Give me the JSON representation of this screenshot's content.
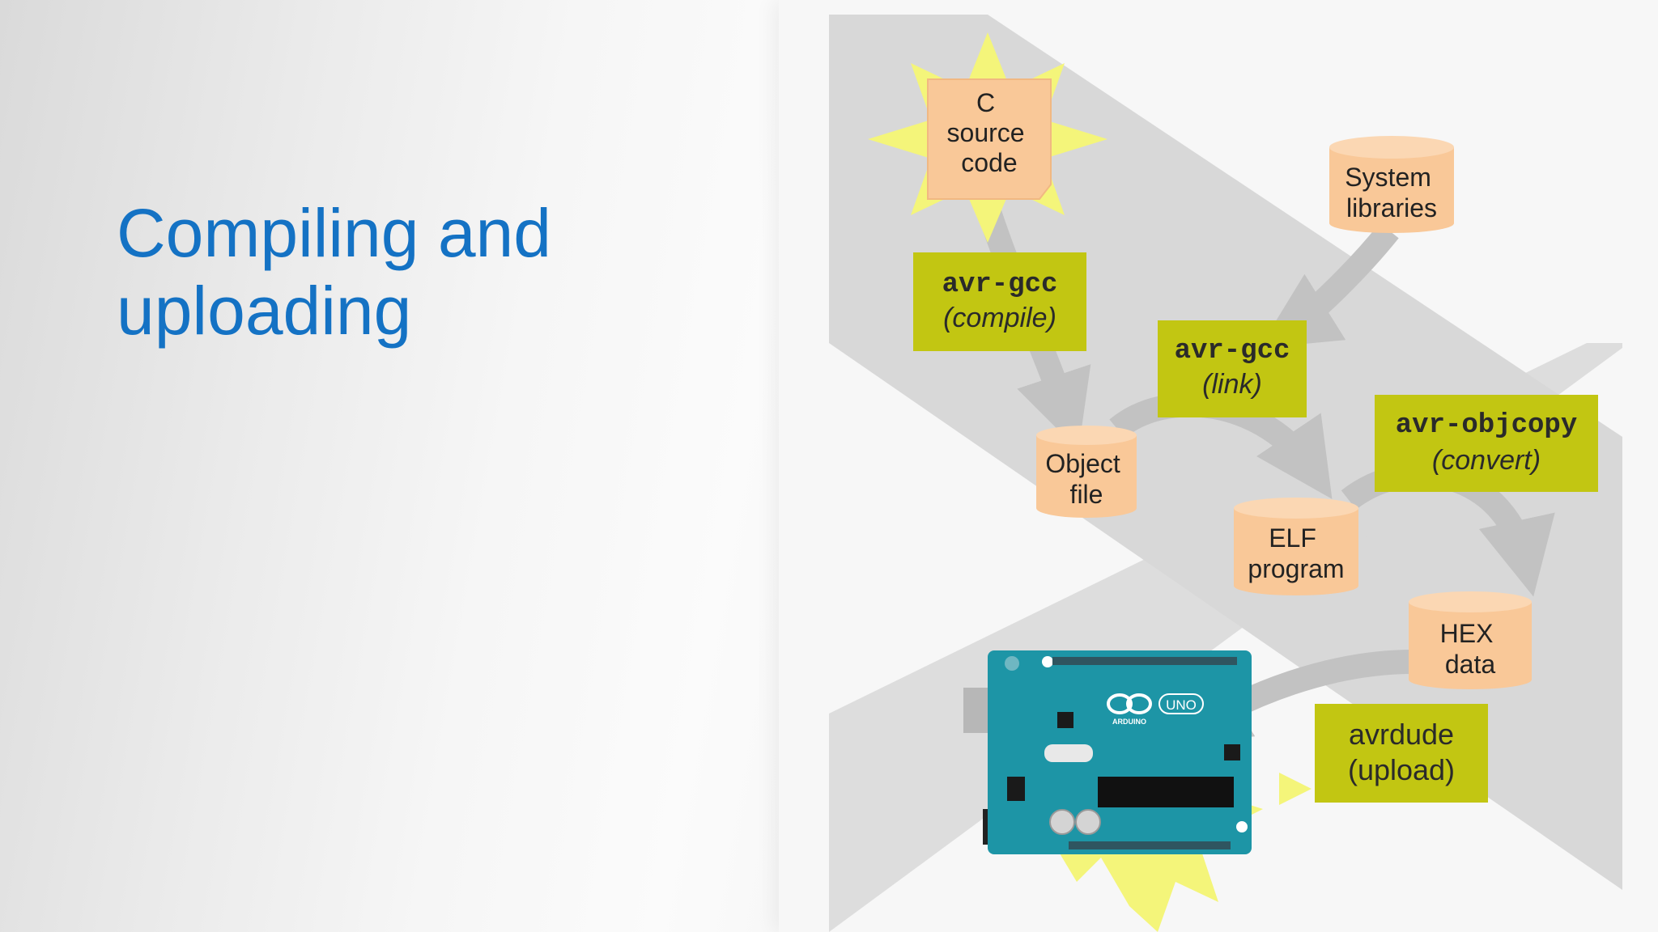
{
  "slide": {
    "title_line1": "Compiling and",
    "title_line2": "uploading"
  },
  "diagram": {
    "nodes": {
      "c_source": [
        "C",
        "source",
        "code"
      ],
      "system_libraries": [
        "System",
        "libraries"
      ],
      "object_file": [
        "Object",
        "file"
      ],
      "elf_program": [
        "ELF",
        "program"
      ],
      "hex_data": [
        "HEX",
        "data"
      ]
    },
    "tools": {
      "compile": {
        "command": "avr-gcc",
        "action": "(compile)"
      },
      "link": {
        "command": "avr-gcc",
        "action": "(link)"
      },
      "convert": {
        "command": "avr-objcopy",
        "action": "(convert)"
      },
      "upload": {
        "command": "avrdude",
        "action": "(upload)"
      }
    },
    "board": {
      "logo_text": "ARDUINO",
      "model_text": "UNO"
    },
    "colors": {
      "background_band": "#d6d6d6",
      "node_fill": "#f9c898",
      "node_top": "#fbd7b3",
      "tool_fill": "#c2c612",
      "star_fill": "#f4f57a",
      "arrow": "#c2c2c2",
      "board": "#1d95a6",
      "title": "#1472c4"
    }
  }
}
